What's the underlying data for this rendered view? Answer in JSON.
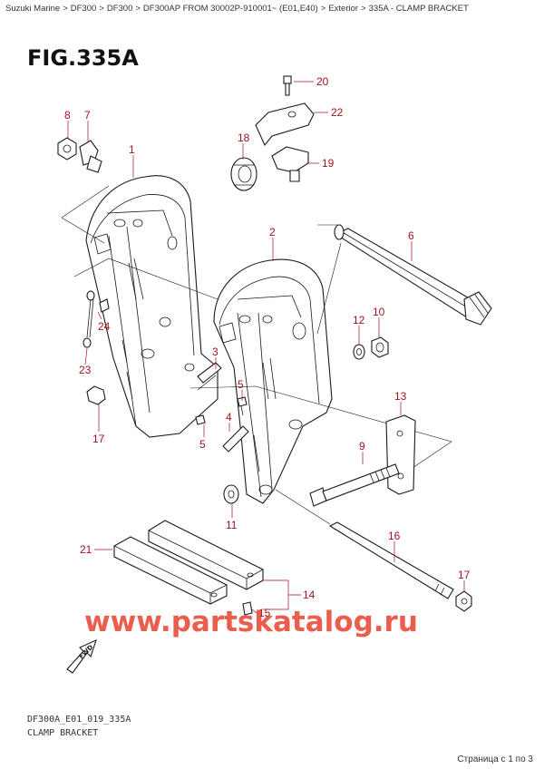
{
  "breadcrumb": [
    "Suzuki Marine",
    "DF300",
    "DF300",
    "DF300AP FROM 30002P-910001~  (E01,E40)",
    "Exterior",
    "335A - CLAMP BRACKET"
  ],
  "breadcrumb_separator": ">",
  "figure_title": "FIG.335A",
  "callouts": [
    "1",
    "2",
    "3",
    "4",
    "5",
    "5",
    "6",
    "7",
    "8",
    "9",
    "10",
    "11",
    "12",
    "13",
    "14",
    "15",
    "16",
    "17",
    "17",
    "18",
    "19",
    "20",
    "21",
    "22",
    "23",
    "24"
  ],
  "watermark": "www.partskatalog.ru",
  "fwd_label": "FWD",
  "footer_code": "DF300A_E01_019_335A",
  "footer_name": "CLAMP BRACKET",
  "pager": "Страница с 1 по 3",
  "colors": {
    "callout": "#a0141e",
    "watermark": "#e8412d",
    "line": "#1a1a1a"
  }
}
